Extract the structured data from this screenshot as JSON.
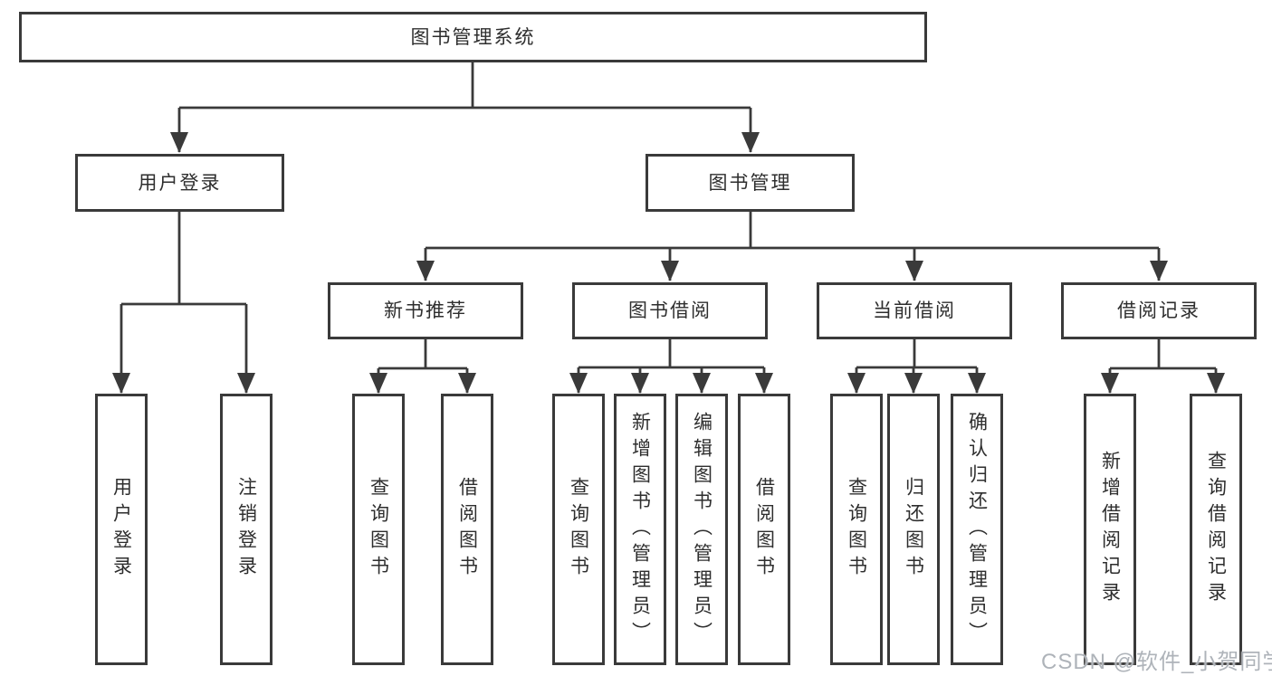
{
  "diagram": {
    "tree": {
      "root": {
        "label": "图书管理系统",
        "children": [
          {
            "label": "用户登录",
            "children": [
              {
                "label": "用户登录"
              },
              {
                "label": "注销登录"
              }
            ]
          },
          {
            "label": "图书管理",
            "children": [
              {
                "label": "新书推荐",
                "children": [
                  {
                    "label": "查询图书"
                  },
                  {
                    "label": "借阅图书"
                  }
                ]
              },
              {
                "label": "图书借阅",
                "children": [
                  {
                    "label": "查询图书"
                  },
                  {
                    "label": "新增图书（管理员）"
                  },
                  {
                    "label": "编辑图书（管理员）"
                  },
                  {
                    "label": "借阅图书"
                  }
                ]
              },
              {
                "label": "当前借阅",
                "children": [
                  {
                    "label": "查询图书"
                  },
                  {
                    "label": "归还图书"
                  },
                  {
                    "label": "确认归还（管理员）"
                  }
                ]
              },
              {
                "label": "借阅记录",
                "children": [
                  {
                    "label": "新增借阅记录"
                  },
                  {
                    "label": "查询借阅记录"
                  }
                ]
              }
            ]
          }
        ]
      }
    },
    "colors": {
      "border": "#3a3a3a",
      "line": "#3a3a3a",
      "text": "#2e2e2e",
      "background": "#ffffff",
      "watermark_text_color": "#aeb3b9"
    }
  },
  "watermark": {
    "text": "CSDN @软件_小贺同学"
  }
}
